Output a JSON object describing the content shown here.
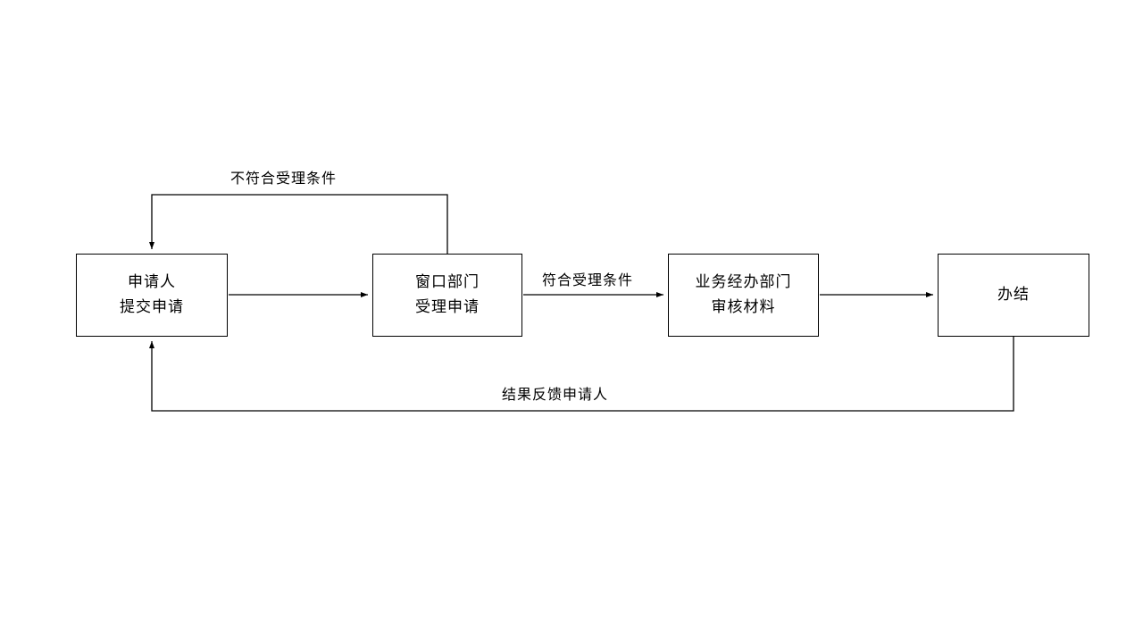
{
  "diagram": {
    "title": "service-application-flowchart",
    "nodes": [
      {
        "id": "applicant-submit",
        "label": "申请人\n提交申请"
      },
      {
        "id": "window-accept",
        "label": "窗口部门\n受理申请"
      },
      {
        "id": "business-review",
        "label": "业务经办部门\n审核材料"
      },
      {
        "id": "complete",
        "label": "办结"
      }
    ],
    "edges": [
      {
        "from": "applicant-submit",
        "to": "window-accept",
        "label": ""
      },
      {
        "from": "window-accept",
        "to": "business-review",
        "label": "符合受理条件"
      },
      {
        "from": "business-review",
        "to": "complete",
        "label": ""
      },
      {
        "from": "window-accept",
        "to": "applicant-submit",
        "label": "不符合受理条件"
      },
      {
        "from": "complete",
        "to": "applicant-submit",
        "label": "结果反馈申请人"
      }
    ],
    "edge_labels": {
      "reject": "不符合受理条件",
      "accept": "符合受理条件",
      "feedback": "结果反馈申请人"
    },
    "colors": {
      "line": "#000000",
      "background": "#ffffff",
      "text": "#000000"
    }
  }
}
